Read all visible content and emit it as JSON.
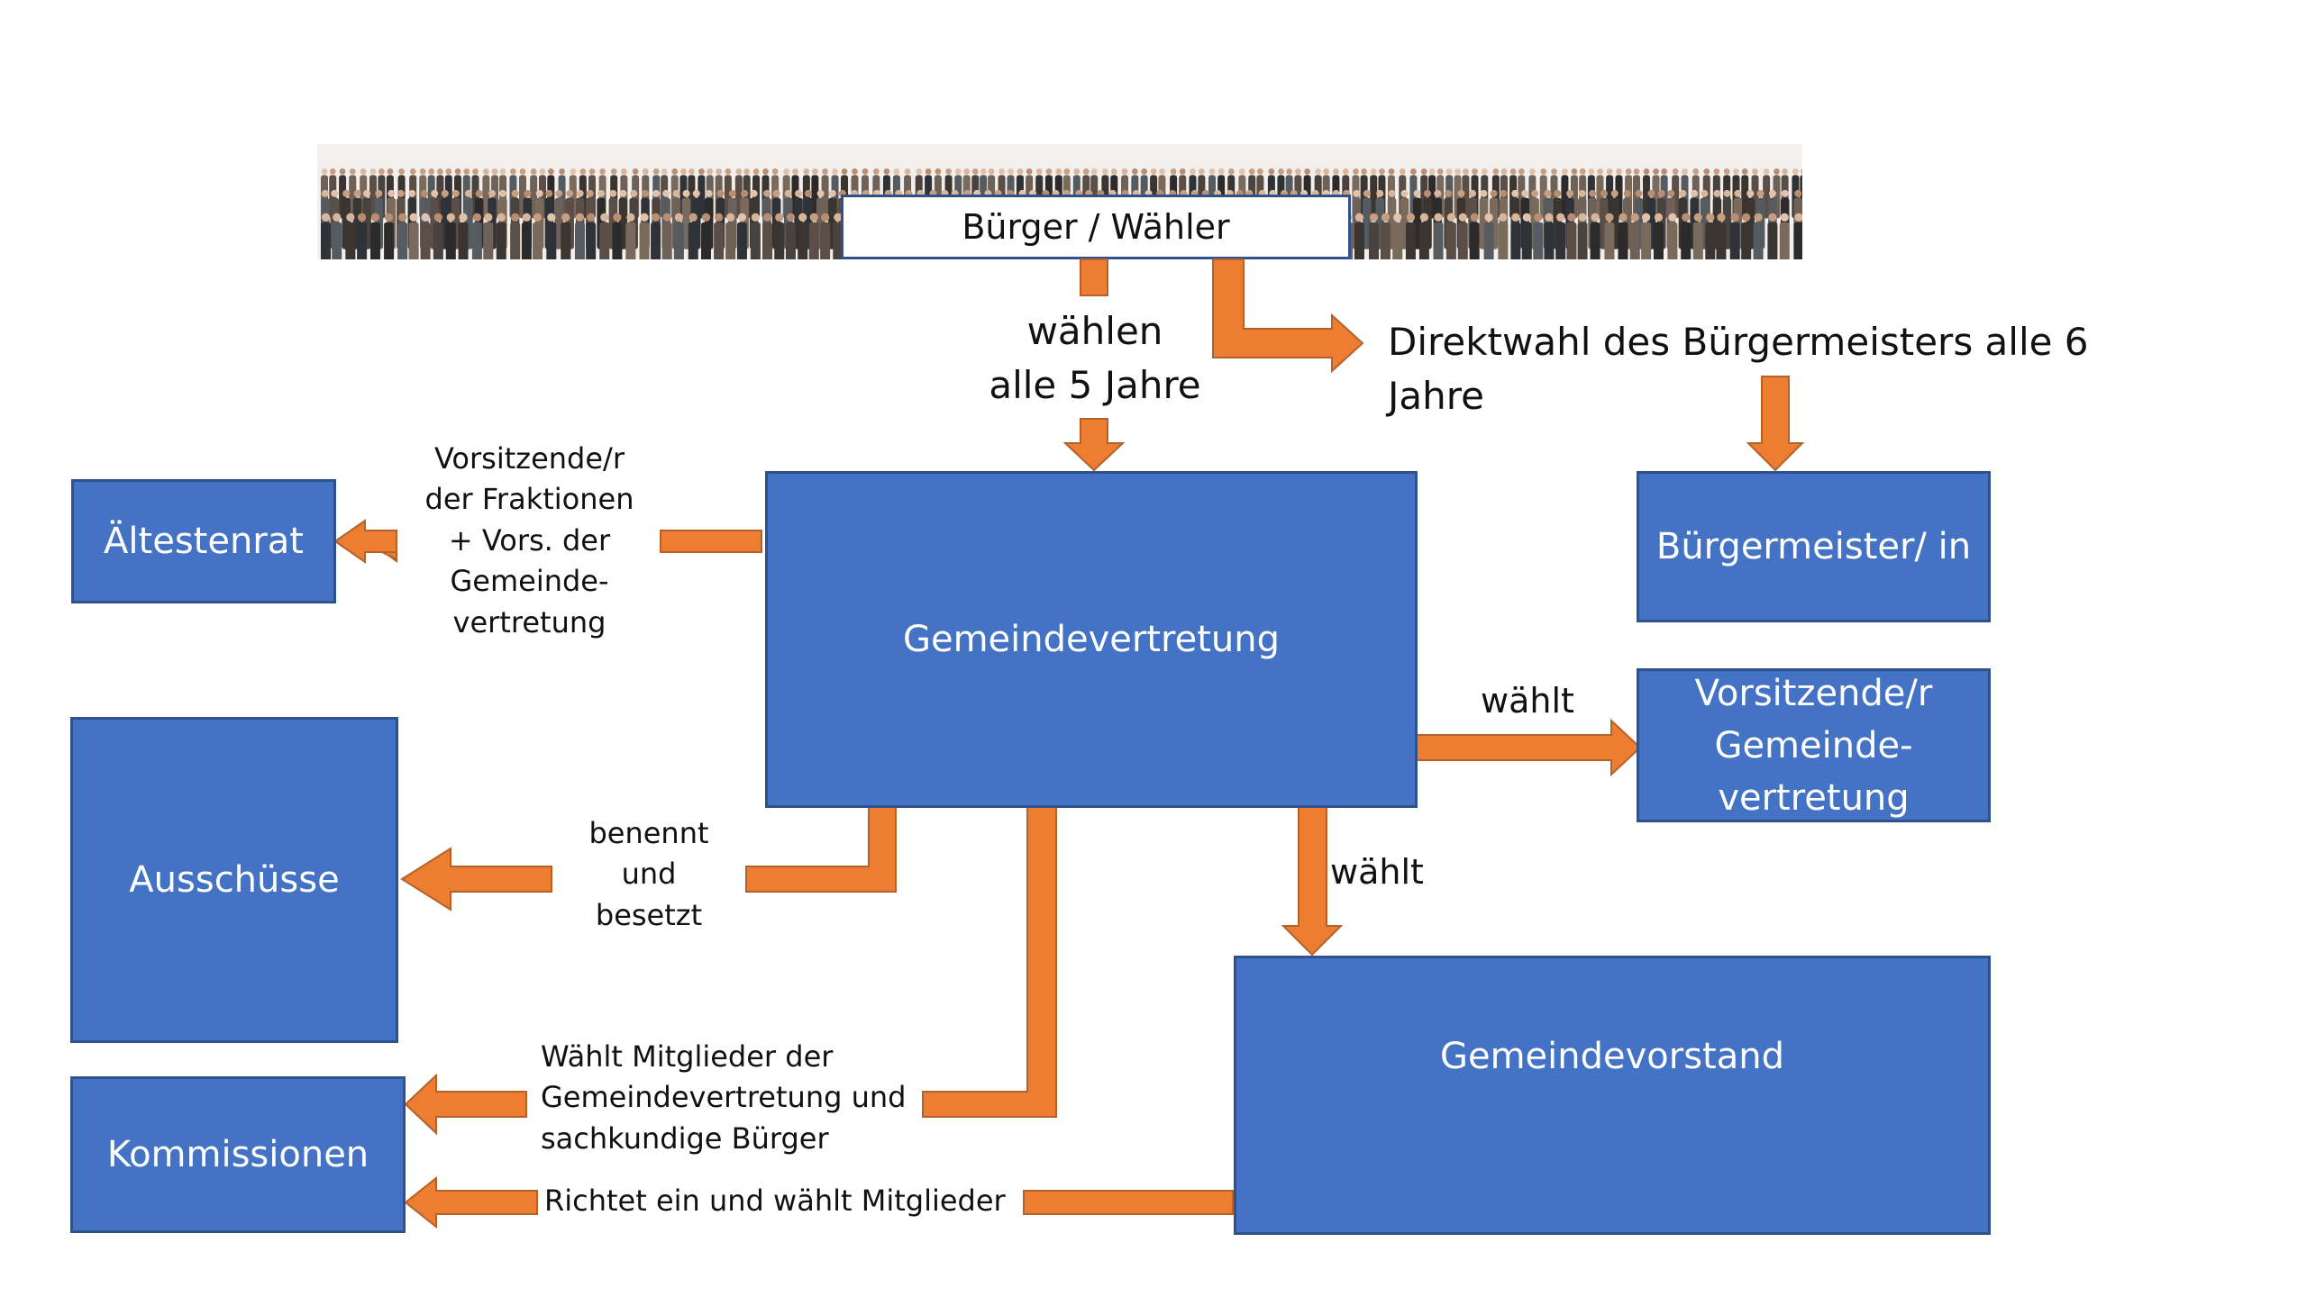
{
  "colors": {
    "box_fill": "#4472c4",
    "box_border": "#2f528f",
    "arrow": "#ed7d31",
    "text": "#111111"
  },
  "header": {
    "voters_label": "Bürger / Wähler"
  },
  "labels": {
    "elect_every_5": [
      "wählen",
      "alle 5 Jahre"
    ],
    "direct_election": "Direktwahl des Bürgermeisters alle 6 Jahre",
    "chairs_of_factions": [
      "Vorsitzende/r",
      "der Fraktionen",
      "+ Vors. der",
      "Gemeinde-",
      "vertretung"
    ],
    "elects_chair": "wählt",
    "elects_board": "wählt",
    "appoints": [
      "benennt",
      "und",
      "besetzt"
    ],
    "elects_members": [
      "Wählt Mitglieder der",
      "Gemeindevertretung und",
      "sachkundige Bürger"
    ],
    "sets_up": "Richtet ein und wählt Mitglieder"
  },
  "boxes": {
    "council": "Gemeindevertretung",
    "mayor": "Bürgermeister/ in",
    "council_chair": [
      "Vorsitzende/r",
      "Gemeinde-",
      "vertretung"
    ],
    "elders_council": "Ältestenrat",
    "committees": "Ausschüsse",
    "commissions": "Kommissionen",
    "executive_board": "Gemeindevorstand"
  },
  "icons": {
    "crowd": "crowd-photo"
  }
}
